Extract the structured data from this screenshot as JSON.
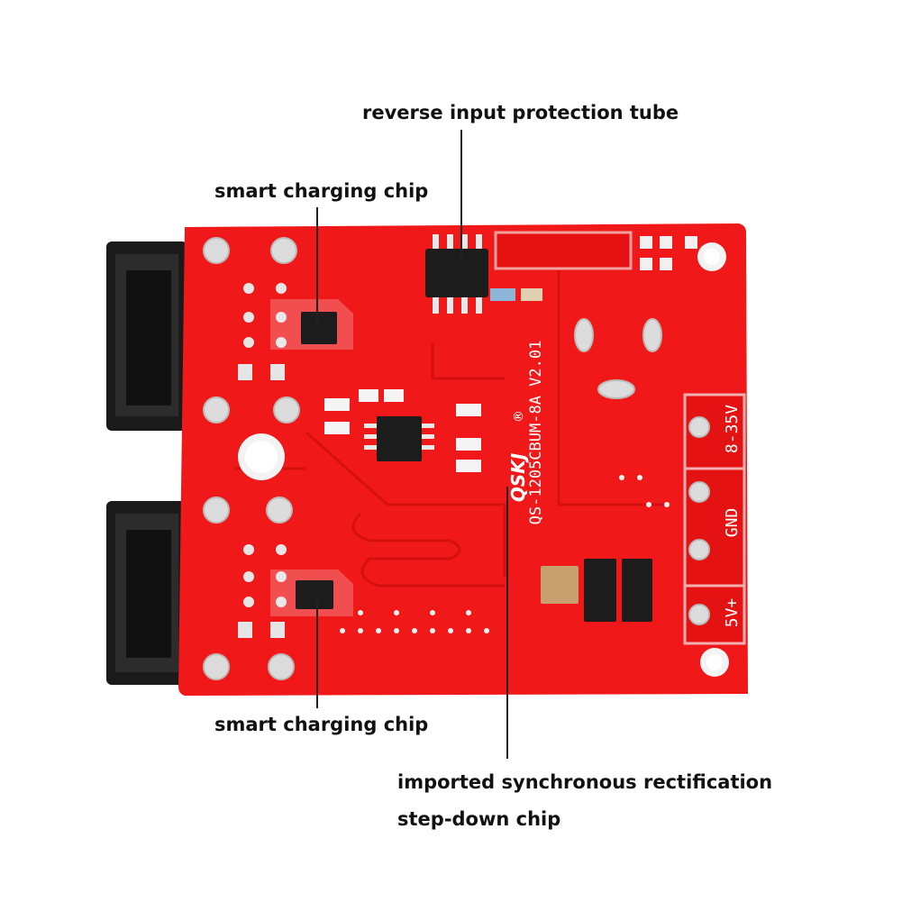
{
  "annotations": {
    "reverse_input": "reverse input protection tube",
    "charging_top": "smart charging chip",
    "charging_bottom": "smart charging chip",
    "rectification_line1": "imported synchronous rectification",
    "rectification_line2": "step-down chip"
  },
  "board": {
    "model": "QS-1205CBUM-8A V2.01",
    "brand": "QSKJ",
    "registered": "®",
    "terminal_in": "8-35V",
    "terminal_gnd": "GND",
    "terminal_out": "5V+"
  },
  "colors": {
    "pcb": "#f01818",
    "pcb_dark": "#c80e0e",
    "usb": "#1a1a1a",
    "pad": "#d9d9d9",
    "chip": "#1c1c1c"
  }
}
